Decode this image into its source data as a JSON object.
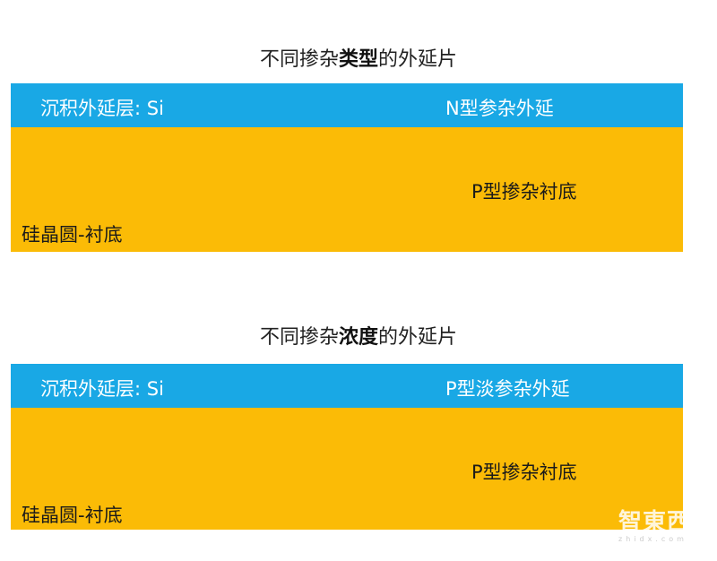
{
  "diagrams": [
    {
      "title_prefix": "不同掺杂",
      "title_bold": "类型",
      "title_suffix": "的外延片",
      "epi_layer_label": "沉积外延层: Si",
      "epi_type_label": "N型参杂外延",
      "substrate_type_label": "P型掺杂衬底",
      "substrate_label": "硅晶圆-衬底"
    },
    {
      "title_prefix": "不同掺杂",
      "title_bold": "浓度",
      "title_suffix": "的外延片",
      "epi_layer_label": "沉积外延层: Si",
      "epi_type_label": "P型淡参杂外延",
      "substrate_type_label": "P型掺杂衬底",
      "substrate_label": "硅晶圆-衬底"
    }
  ],
  "colors": {
    "epi_layer": "#19a8e5",
    "substrate": "#fbbb06"
  },
  "watermark": {
    "text": "智東西",
    "subtext": "zhidx.com"
  }
}
